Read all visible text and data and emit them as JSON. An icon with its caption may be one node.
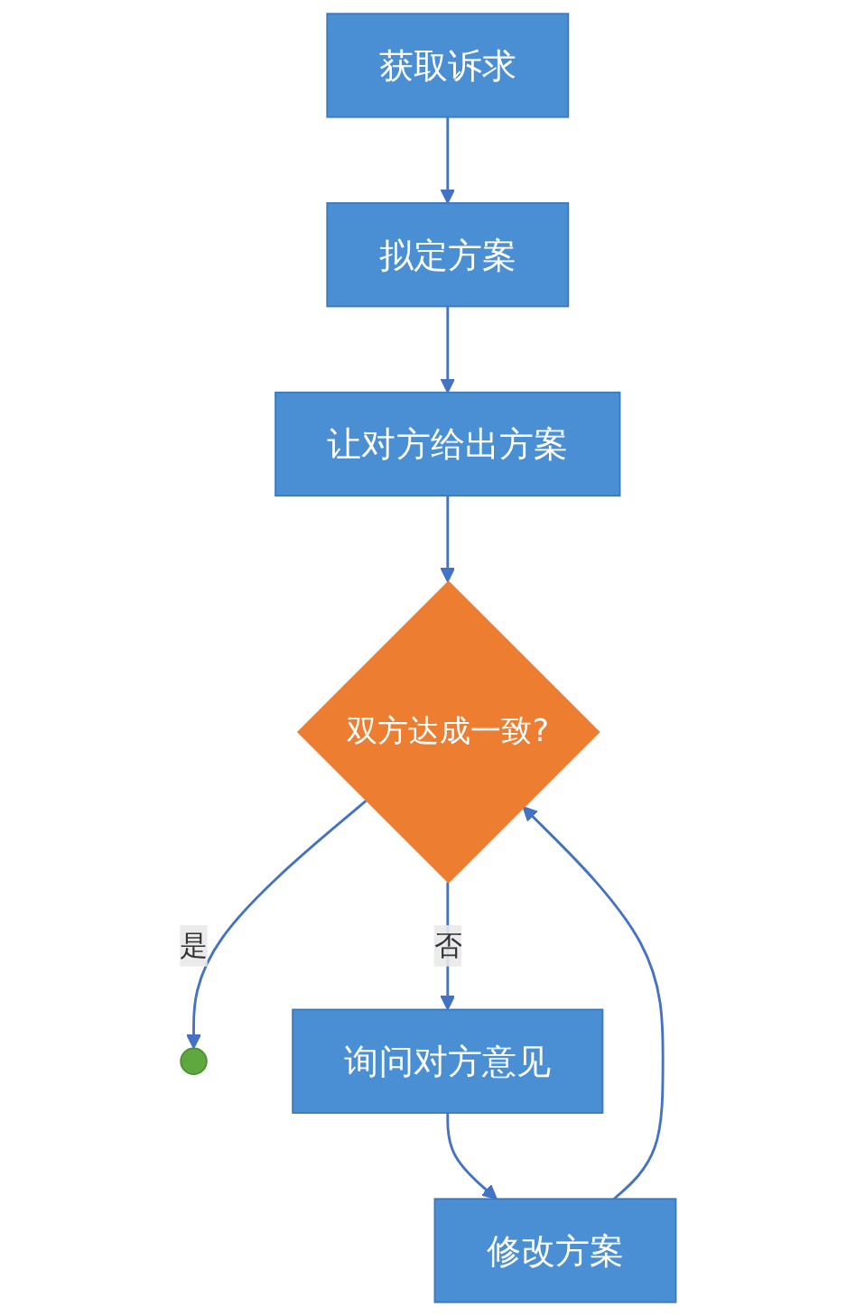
{
  "diagram": {
    "nodes": [
      {
        "text": [
          "获取诉求"
        ]
      },
      {
        "text": [
          "拟定方案"
        ]
      },
      {
        "text": [
          "让对方给出方案"
        ]
      },
      {
        "text": [
          "双方达成一致?"
        ]
      },
      {
        "text": [],
        "shape": "circle"
      },
      {
        "text": [
          "询问对方意见"
        ]
      },
      {
        "text": [
          "修改方案"
        ]
      }
    ],
    "edges": [
      {
        "from": 0,
        "to": 1,
        "arrow": "to"
      },
      {
        "from": 1,
        "to": 2,
        "arrow": "to"
      },
      {
        "from": 2,
        "to": 3,
        "arrow": "to"
      },
      {
        "from": 3,
        "to": 4,
        "arrow": "to",
        "label": "是"
      },
      {
        "from": 3,
        "to": 5,
        "arrow": "to",
        "label": "否"
      },
      {
        "from": 5,
        "to": 6,
        "arrow": "to"
      },
      {
        "from": 6,
        "to": 3,
        "arrow": "to"
      }
    ]
  }
}
